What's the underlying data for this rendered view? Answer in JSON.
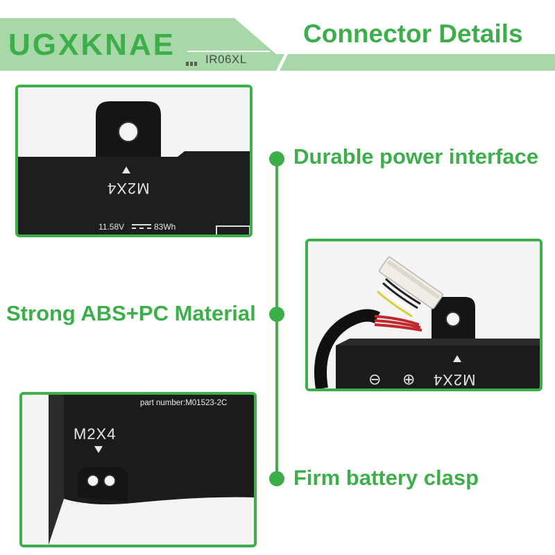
{
  "header": {
    "brand": "UGXKNAE",
    "model": "IR06XL",
    "title": "Connector Details"
  },
  "features": [
    {
      "label": "Durable power interface"
    },
    {
      "label": "Strong ABS+PC Material"
    },
    {
      "label": "Firm battery clasp"
    }
  ],
  "photos": {
    "top": {
      "mark": "M2X4",
      "voltage_label": "11.58V",
      "capacity_label": "83Wh"
    },
    "right": {
      "mark": "M2X4",
      "minus_symbol": "⊖",
      "plus_symbol": "⊕"
    },
    "bottom": {
      "part_number": "part number:M01523-2C",
      "mark": "M2X4"
    }
  },
  "colors": {
    "accent": "#3cae4a",
    "light_green": "#a8d8a8",
    "battery_black": "#1c1c1c"
  }
}
